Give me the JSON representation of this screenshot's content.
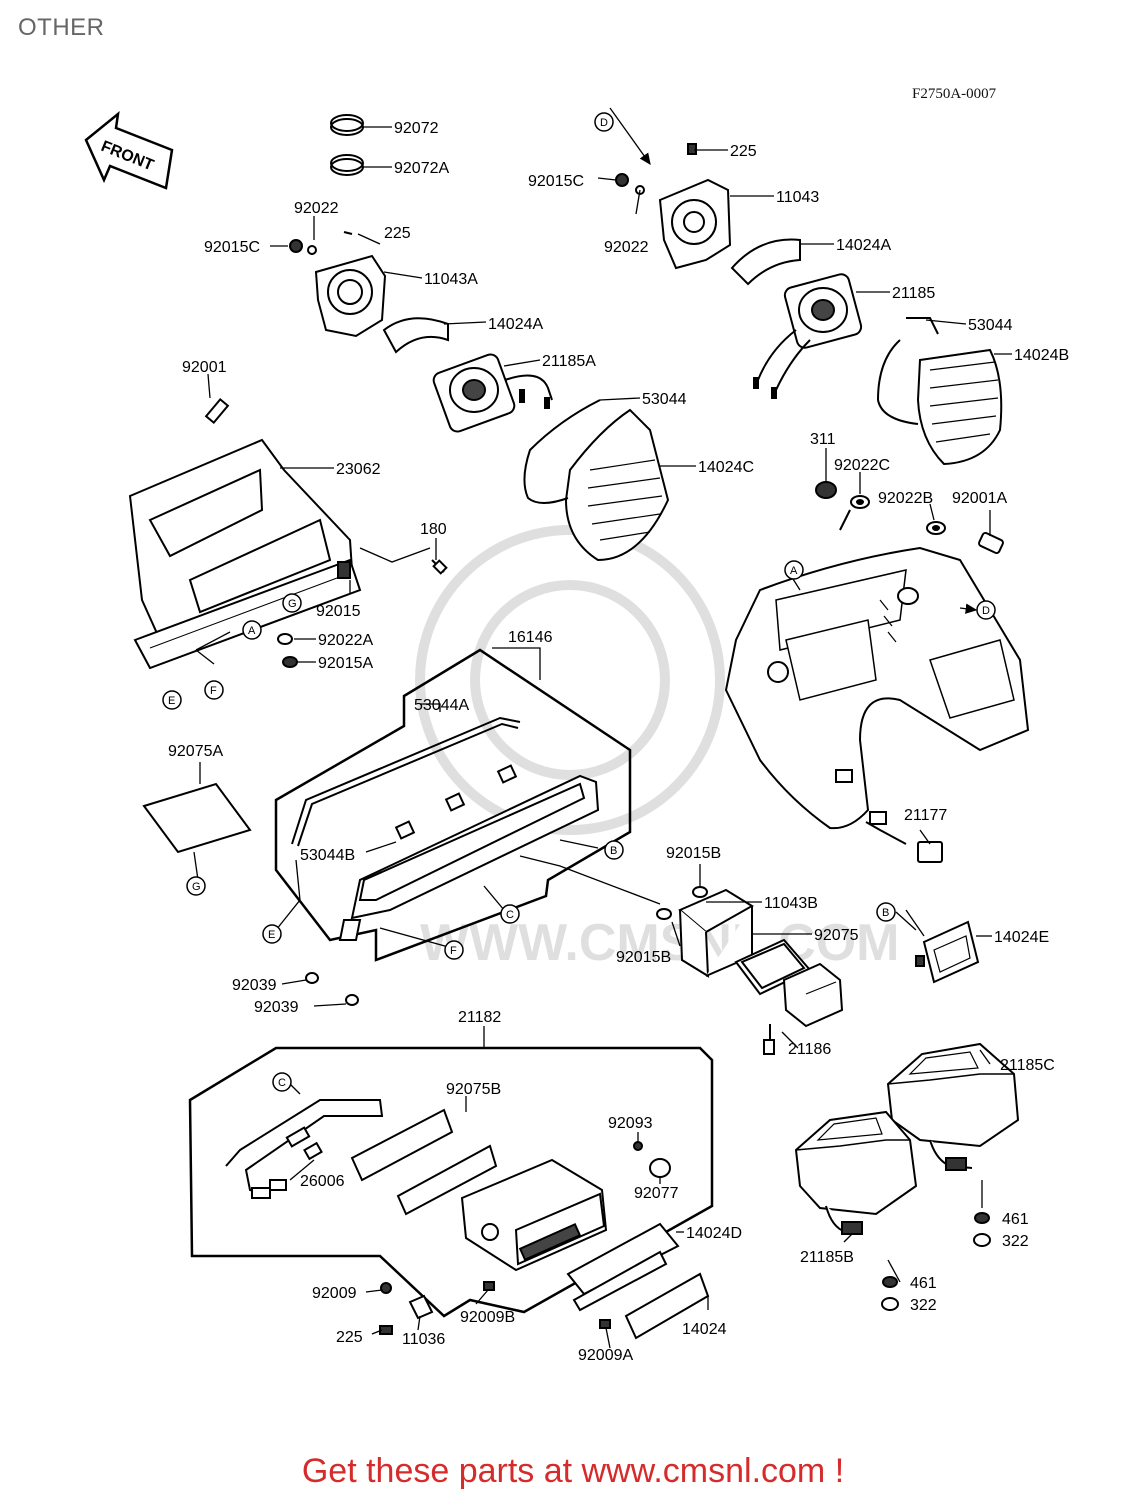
{
  "header": {
    "title": "OTHER",
    "figure_code": "F2750A-0007"
  },
  "arrow_label": "FRONT",
  "callouts": [
    "A",
    "B",
    "C",
    "D",
    "E",
    "F",
    "G"
  ],
  "parts": {
    "p92072": "92072",
    "p92072A": "92072A",
    "p92022_l": "92022",
    "p225_l": "225",
    "p92015C_l": "92015C",
    "p11043A": "11043A",
    "p14024A_l": "14024A",
    "p21185A": "21185A",
    "p53044_l": "53044",
    "p14024C": "14024C",
    "p92001": "92001",
    "p23062": "23062",
    "p180": "180",
    "p92015": "92015",
    "p92022A": "92022A",
    "p92015A": "92015A",
    "p225_r": "225",
    "p92015C_r": "92015C",
    "p11043": "11043",
    "p92022_r": "92022",
    "p14024A_r": "14024A",
    "p21185": "21185",
    "p53044_r": "53044",
    "p14024B": "14024B",
    "p311": "311",
    "p92022C": "92022C",
    "p92022B": "92022B",
    "p92001A": "92001A",
    "p16146": "16146",
    "p53044A": "53044A",
    "p53044B": "53044B",
    "p92075A": "92075A",
    "p92015B_t": "92015B",
    "p11043B": "11043B",
    "p92075": "92075",
    "p92015B_b": "92015B",
    "p21177": "21177",
    "p14024E": "14024E",
    "p92039_a": "92039",
    "p92039_b": "92039",
    "p21186": "21186",
    "p21182": "21182",
    "p92075B": "92075B",
    "p92093": "92093",
    "p26006": "26006",
    "p92077": "92077",
    "p14024D": "14024D",
    "p92009": "92009",
    "p92009B": "92009B",
    "p225_b": "225",
    "p11036": "11036",
    "p92009A": "92009A",
    "p14024": "14024",
    "p21185C": "21185C",
    "p21185B": "21185B",
    "p461_a": "461",
    "p322_a": "322",
    "p461_b": "461",
    "p322_b": "322"
  },
  "watermark": "WWW.CMSNL.COM",
  "footer": {
    "text": "Get these parts at www.cmsnl.com !"
  },
  "colors": {
    "footer": "#d62b2b",
    "ink": "#000000",
    "title": "#666666"
  }
}
